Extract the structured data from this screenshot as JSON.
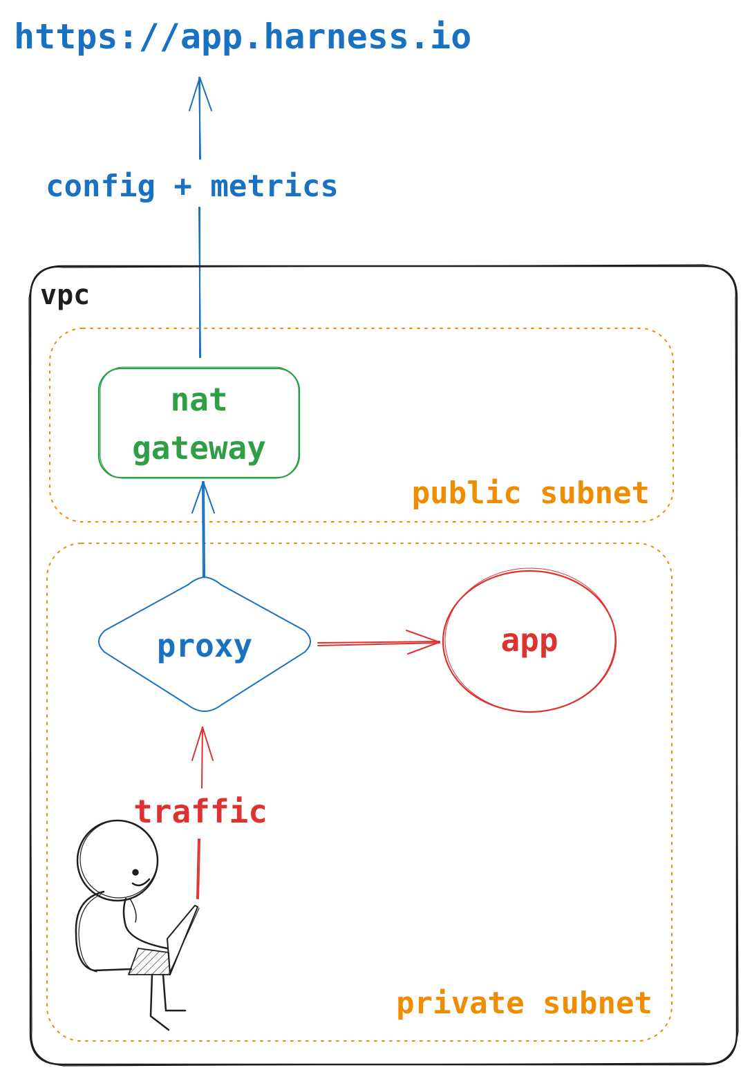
{
  "colors": {
    "blue": "#1971c2",
    "red": "#e03131",
    "green": "#2f9e44",
    "orange": "#f08c00",
    "black": "#1e1e1e"
  },
  "endpoint": {
    "url": "https://app.harness.io"
  },
  "edges": {
    "config_metrics_label": "config + metrics",
    "traffic_label": "traffic"
  },
  "vpc": {
    "label": "vpc"
  },
  "public_subnet": {
    "label": "public subnet"
  },
  "private_subnet": {
    "label": "private subnet"
  },
  "nodes": {
    "nat_gateway": {
      "line1": "nat",
      "line2": "gateway"
    },
    "proxy": {
      "label": "proxy"
    },
    "app": {
      "label": "app"
    }
  },
  "icons": {
    "user": "person-with-laptop-icon"
  }
}
